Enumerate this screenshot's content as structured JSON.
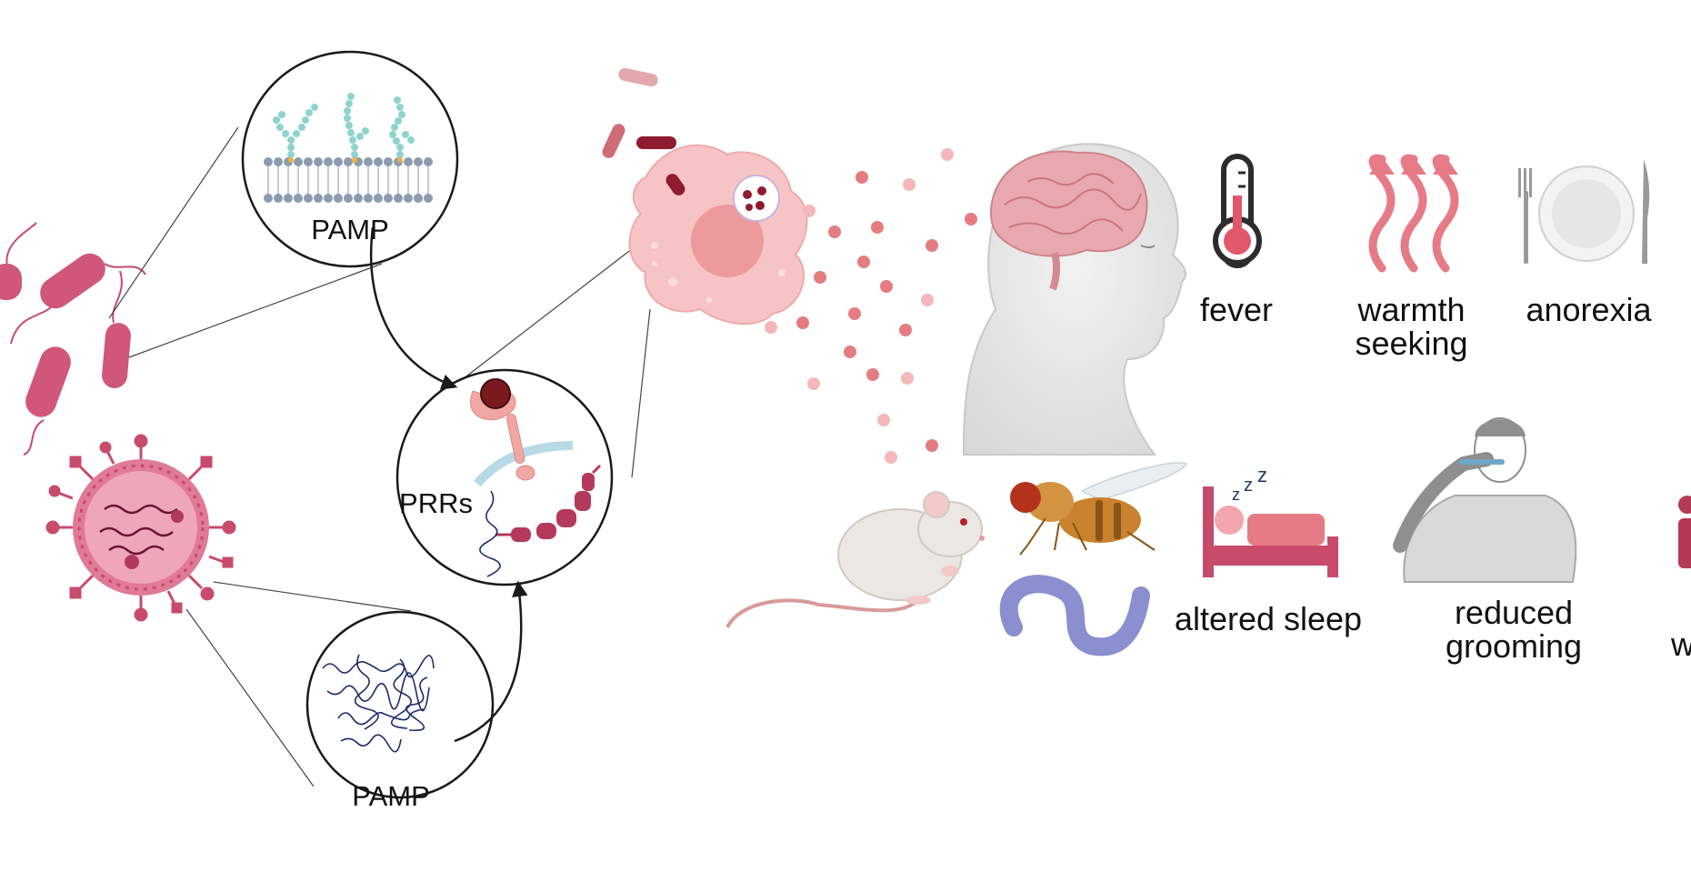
{
  "labels": {
    "pamp_bacterial": "PAMP",
    "pamp_viral": "PAMP",
    "prrs": "PRRs"
  },
  "behaviors": {
    "fever": "fever",
    "warmth_seeking": "warmth\nseeking",
    "anorexia": "anorexia",
    "altered_sleep": "altered sleep",
    "reduced_grooming": "reduced\ngrooming",
    "cut_off": "w"
  },
  "icons": {
    "thermometer": "thermometer-icon",
    "heat_waves": "heat-waves-icon",
    "plate": "plate-fork-knife-icon",
    "bed": "bed-icon",
    "toothbrush": "person-brushing-teeth-icon"
  },
  "colors": {
    "pathogen": "#c84b6c",
    "cell": "#f4b6b8",
    "cytokine": "#e57c80",
    "outline": "#1a1a1a",
    "worm": "#8a8fcf",
    "fly": "#c9822d",
    "dna": "#1d2a6b",
    "lipid": "#8fd3d0"
  }
}
